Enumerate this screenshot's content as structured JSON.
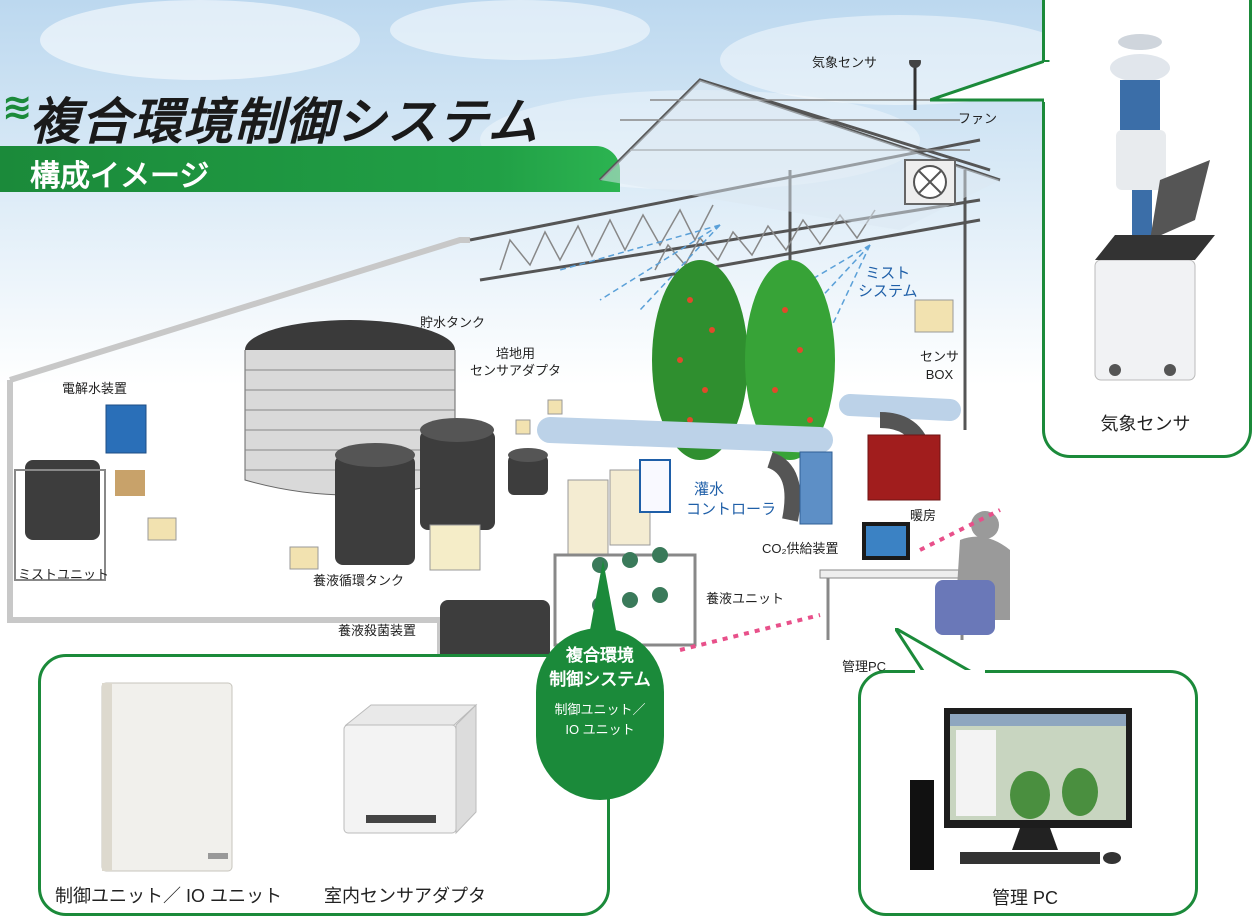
{
  "header": {
    "title": "複合環境制御システム",
    "subtitle": "構成イメージ"
  },
  "labels": {
    "weather_sensor": "気象センサ",
    "fan": "ファン",
    "mist_system_1": "ミスト",
    "mist_system_2": "システム",
    "water_tank": "貯水タンク",
    "sensor_adapter_1": "培地用",
    "sensor_adapter_2": "センサアダプタ",
    "sensor_box_1": "センサ",
    "sensor_box_2": "BOX",
    "electrolyzer": "電解水装置",
    "mist_unit": "ミストユニット",
    "nutrient_tank": "養液循環タンク",
    "sterilizer": "養液殺菌装置",
    "irrigation_1": "灌水",
    "irrigation_2": "コントローラ",
    "co2": "CO₂供給装置",
    "heater": "暖房",
    "nutrient_unit": "養液ユニット",
    "management_pc": "管理PC"
  },
  "badge": {
    "title_1": "複合環境",
    "title_2": "制御システム",
    "sub_1": "制御ユニット／",
    "sub_2": "IO ユニット"
  },
  "callouts": {
    "weather_sensor_caption": "気象センサ",
    "control_unit_caption": "制御ユニット／ IO ユニット",
    "indoor_adapter_caption": "室内センサアダプタ",
    "pc_caption": "管理 PC"
  },
  "colors": {
    "brand_green": "#1b8a3a",
    "accent_blue": "#1f5fa8",
    "link_pink": "#e8508a"
  }
}
